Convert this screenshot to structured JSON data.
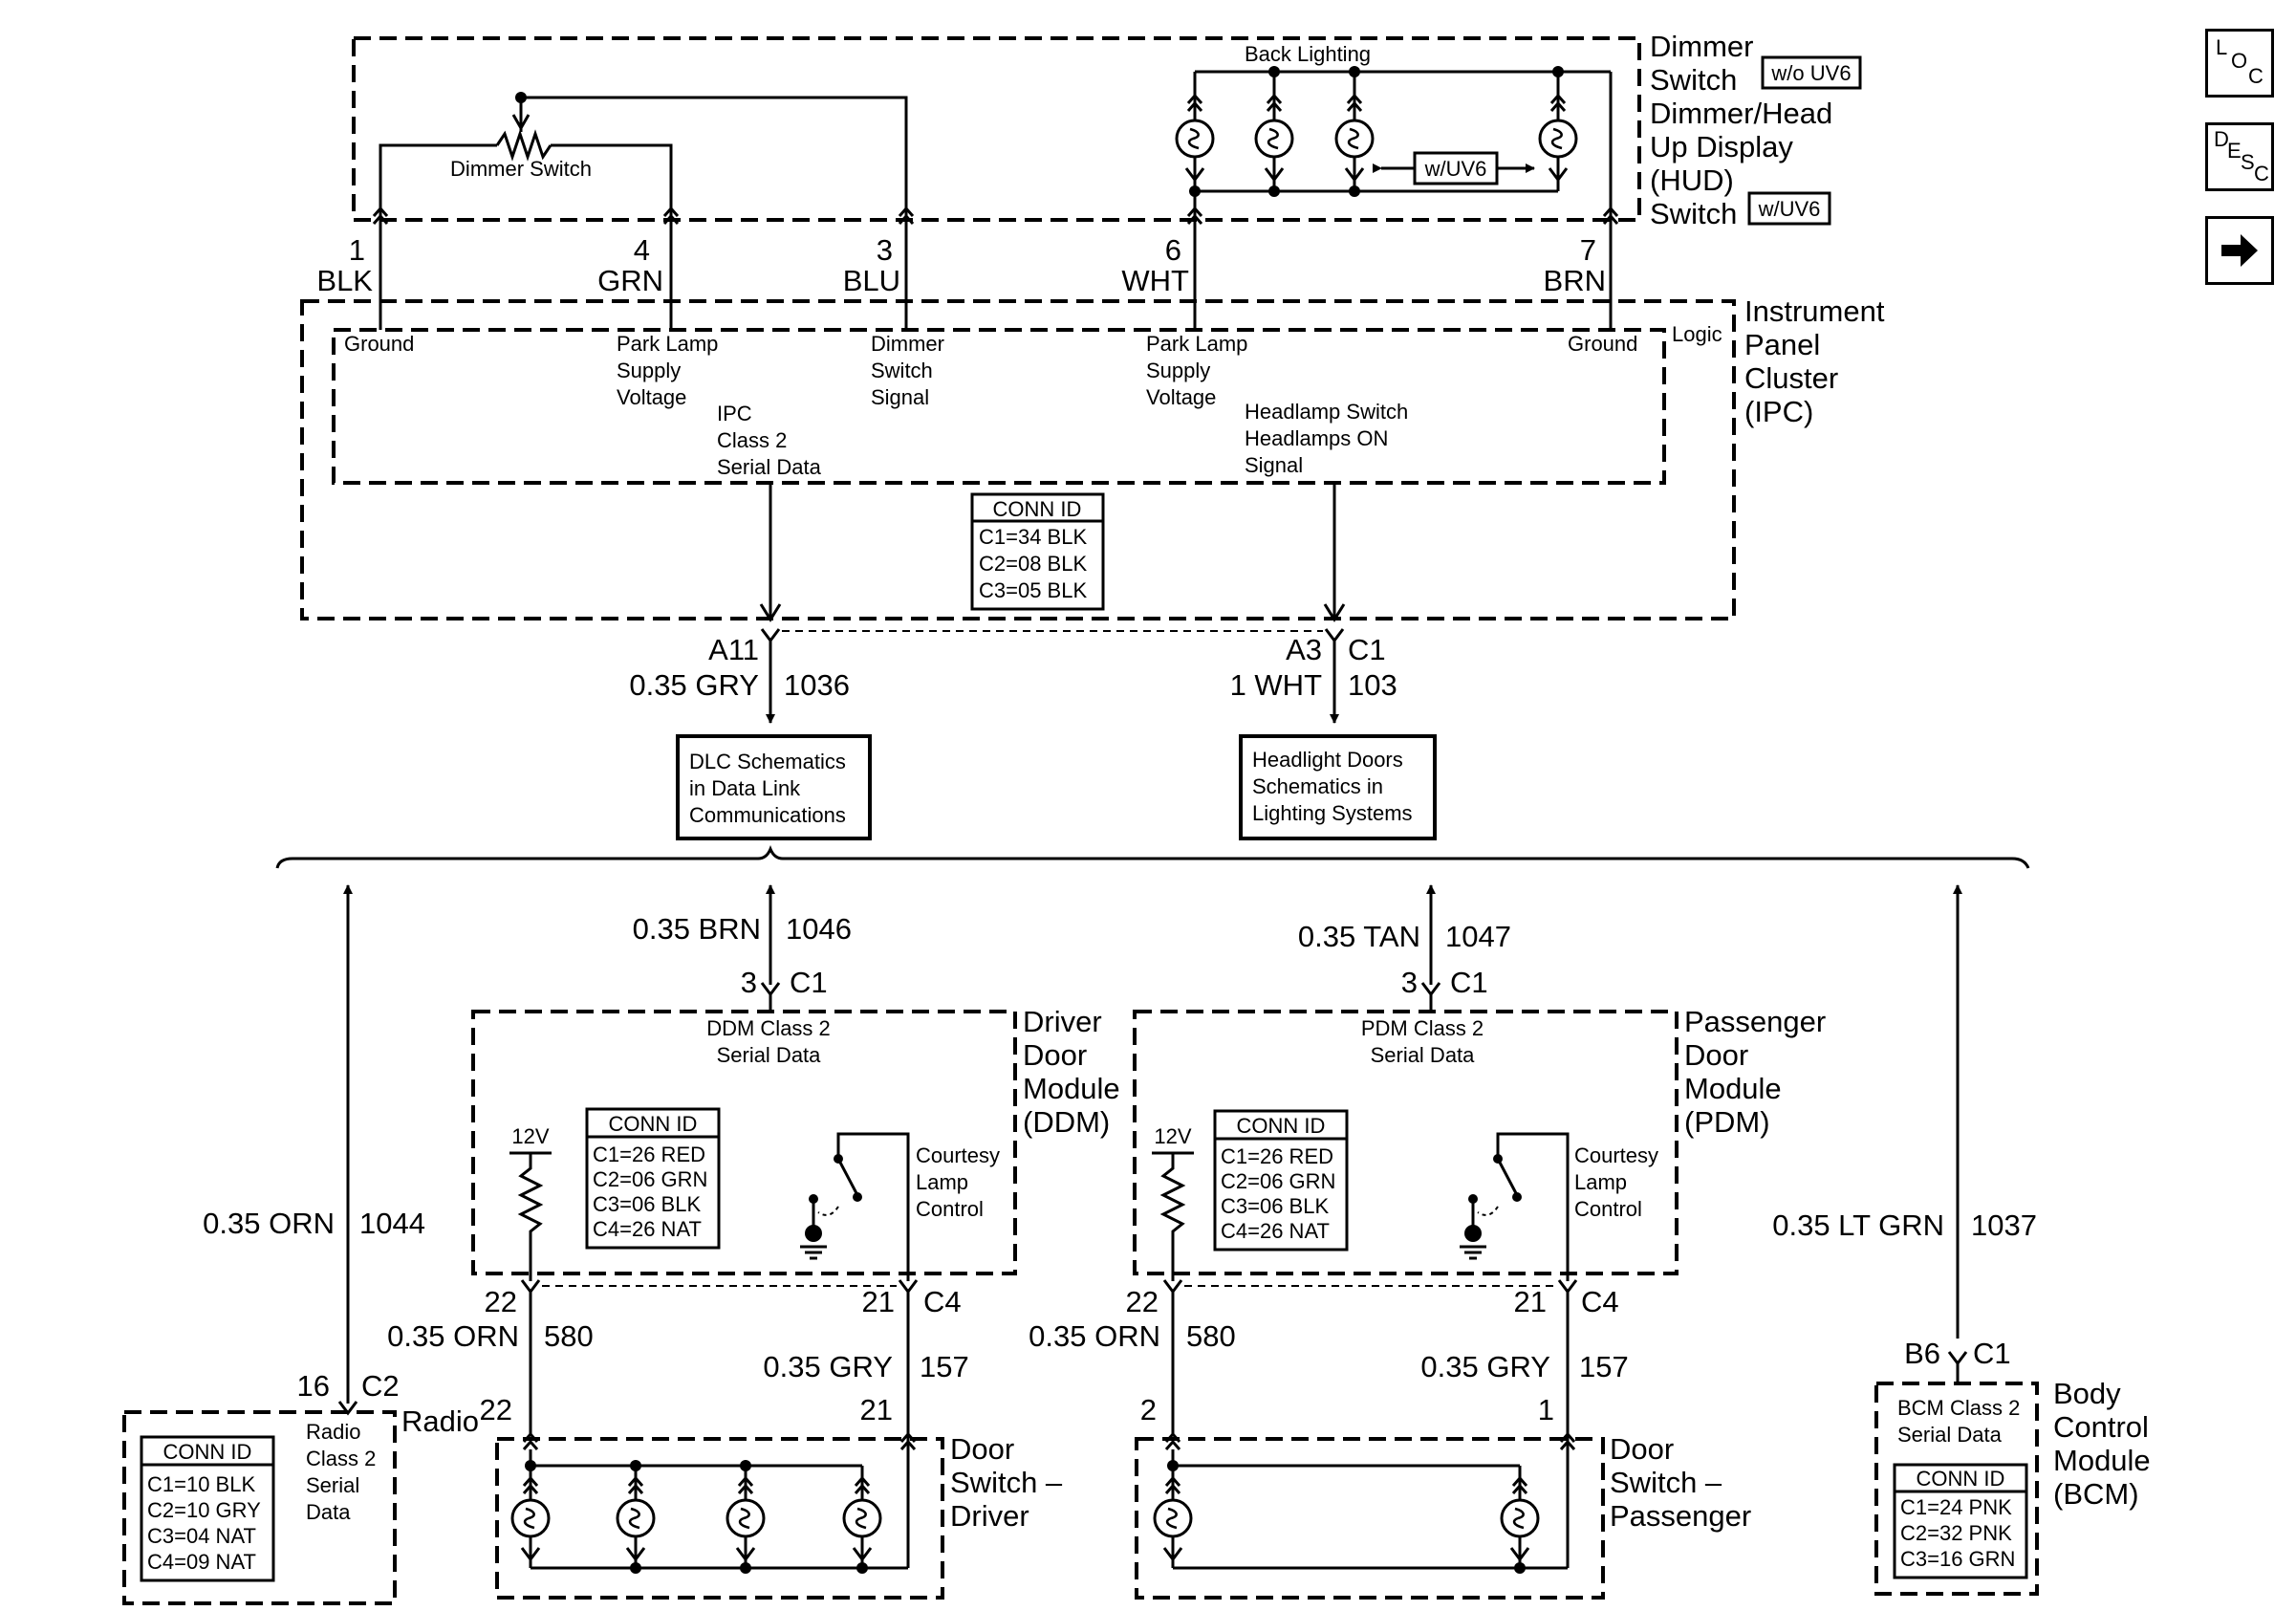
{
  "dimmer_switch": {
    "title_lines": [
      "Dimmer",
      "Switch",
      "Dimmer/Head",
      "Up Display",
      "(HUD)",
      "Switch"
    ],
    "badge_wo_uv6": "w/o UV6",
    "badge_w_uv6": "w/UV6",
    "back_lighting": "Back Lighting",
    "dimmer_label": "Dimmer Switch",
    "lamp_badge": "w/UV6"
  },
  "pins": [
    {
      "num": "1",
      "color": "BLK"
    },
    {
      "num": "4",
      "color": "GRN"
    },
    {
      "num": "3",
      "color": "BLU"
    },
    {
      "num": "6",
      "color": "WHT"
    },
    {
      "num": "7",
      "color": "BRN"
    }
  ],
  "ipc": {
    "title_lines": [
      "Instrument",
      "Panel",
      "Cluster",
      "(IPC)"
    ],
    "logic": "Logic",
    "ground_left": "Ground",
    "park_lamp_left": [
      "Park Lamp",
      "Supply",
      "Voltage"
    ],
    "dimmer_signal": [
      "Dimmer",
      "Switch",
      "Signal"
    ],
    "park_lamp_right": [
      "Park Lamp",
      "Supply",
      "Voltage"
    ],
    "ground_right": "Ground",
    "serial_data": [
      "IPC",
      "Class 2",
      "Serial Data"
    ],
    "headlamp": [
      "Headlamp Switch",
      "Headlamps ON",
      "Signal"
    ],
    "conn_title": "CONN ID",
    "conn": [
      "C1=34 BLK",
      "C2=08 BLK",
      "C3=05 BLK"
    ]
  },
  "ipc_outputs": {
    "left_pin": "A11",
    "left_wire": "0.35 GRY",
    "left_circuit": "1036",
    "right_pin": "A3",
    "right_conn": "C1",
    "right_wire": "1 WHT",
    "right_circuit": "103"
  },
  "ref_boxes": {
    "dlc": [
      "DLC Schematics",
      "in Data Link",
      "Communications"
    ],
    "headlight": [
      "Headlight Doors",
      "Schematics in",
      "Lighting Systems"
    ]
  },
  "bus": {
    "ddm_wire": "0.35 BRN",
    "ddm_circuit": "1046",
    "ddm_pin": "3",
    "ddm_conn": "C1",
    "pdm_wire": "0.35 TAN",
    "pdm_circuit": "1047",
    "pdm_pin": "3",
    "pdm_conn": "C1",
    "radio_wire": "0.35 ORN",
    "radio_circuit": "1044",
    "bcm_wire": "0.35 LT GRN",
    "bcm_circuit": "1037"
  },
  "ddm": {
    "title_lines": [
      "Driver",
      "Door",
      "Module",
      "(DDM)"
    ],
    "serial": [
      "DDM Class 2",
      "Serial Data"
    ],
    "v12": "12V",
    "conn_title": "CONN ID",
    "conn": [
      "C1=26 RED",
      "C2=06 GRN",
      "C3=06 BLK",
      "C4=26 NAT"
    ],
    "courtesy": [
      "Courtesy",
      "Lamp",
      "Control"
    ],
    "pin_left": "22",
    "pin_right": "21",
    "conn_right": "C4",
    "wire_left": "0.35 ORN",
    "circuit_left": "580",
    "wire_right": "0.35 GRY",
    "circuit_right": "157"
  },
  "pdm": {
    "title_lines": [
      "Passenger",
      "Door",
      "Module",
      "(PDM)"
    ],
    "serial": [
      "PDM Class 2",
      "Serial Data"
    ],
    "v12": "12V",
    "conn_title": "CONN ID",
    "conn": [
      "C1=26 RED",
      "C2=06 GRN",
      "C3=06 BLK",
      "C4=26 NAT"
    ],
    "courtesy": [
      "Courtesy",
      "Lamp",
      "Control"
    ],
    "pin_left": "22",
    "pin_right": "21",
    "conn_right": "C4",
    "wire_left": "0.35 ORN",
    "circuit_left": "580",
    "wire_right": "0.35 GRY",
    "circuit_right": "157"
  },
  "radio": {
    "title": "Radio",
    "pin": "16",
    "conn_label": "C2",
    "serial": [
      "Radio",
      "Class 2",
      "Serial",
      "Data"
    ],
    "conn_title": "CONN ID",
    "conn": [
      "C1=10 BLK",
      "C2=10 GRY",
      "C3=04 NAT",
      "C4=09 NAT"
    ]
  },
  "bcm": {
    "title_lines": [
      "Body",
      "Control",
      "Module",
      "(BCM)"
    ],
    "pin": "B6",
    "conn_label": "C1",
    "serial": [
      "BCM Class 2",
      "Serial Data"
    ],
    "conn_title": "CONN ID",
    "conn": [
      "C1=24 PNK",
      "C2=32 PNK",
      "C3=16 GRN"
    ]
  },
  "door_switch_driver": {
    "title_lines": [
      "Door",
      "Switch –",
      "Driver"
    ],
    "pin_left": "22",
    "pin_right": "21"
  },
  "door_switch_passenger": {
    "title_lines": [
      "Door",
      "Switch –",
      "Passenger"
    ],
    "pin_left": "2",
    "pin_right": "1"
  },
  "nav": {
    "loc_icon": "loc-icon",
    "desc_icon": "desc-icon",
    "next_icon": "arrow-right-icon",
    "loc": [
      "L",
      "O",
      "C"
    ],
    "desc": [
      "D",
      "E",
      "S",
      "C"
    ]
  }
}
